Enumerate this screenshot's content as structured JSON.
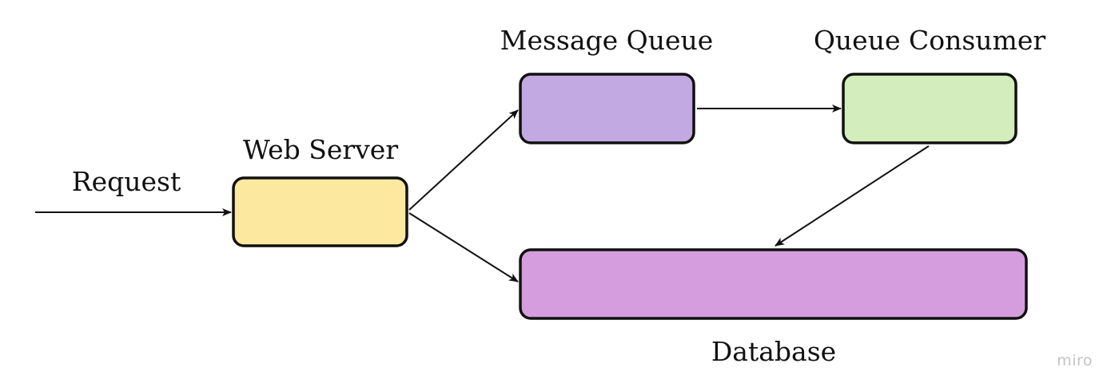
{
  "diagram": {
    "nodes": [
      {
        "id": "web-server",
        "label": "Web Server",
        "color": "#fce99f"
      },
      {
        "id": "message-queue",
        "label": "Message Queue",
        "color": "#c2a9e1"
      },
      {
        "id": "queue-consumer",
        "label": "Queue Consumer",
        "color": "#d3edbc"
      },
      {
        "id": "database",
        "label": "Database",
        "color": "#d59ddd"
      }
    ],
    "request_label": "Request",
    "edges": [
      {
        "from": "request",
        "to": "web-server"
      },
      {
        "from": "web-server",
        "to": "message-queue"
      },
      {
        "from": "web-server",
        "to": "database"
      },
      {
        "from": "message-queue",
        "to": "queue-consumer"
      },
      {
        "from": "queue-consumer",
        "to": "database"
      }
    ]
  },
  "watermark": "miro"
}
